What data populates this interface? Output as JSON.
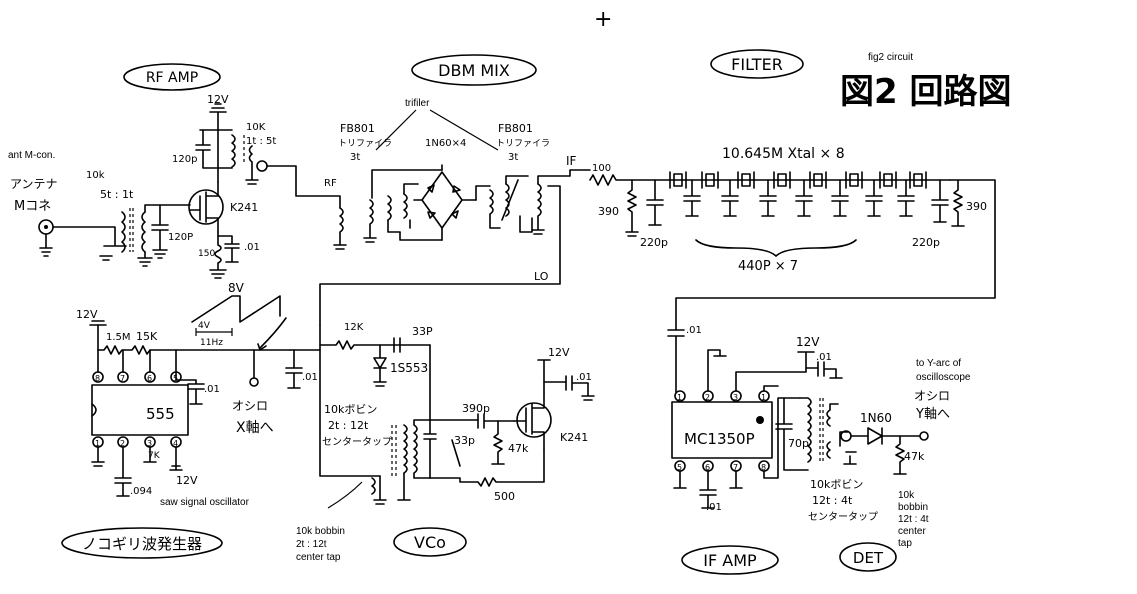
{
  "marks": {
    "plus": "+"
  },
  "blocks": {
    "rf_amp": "RF AMP",
    "dbm_mix": "DBM MIX",
    "filter": "FILTER",
    "vco": "VCo",
    "if_amp": "IF AMP",
    "det": "DET",
    "saw_osc_jp": "ノコギリ波発生器"
  },
  "title": {
    "fig": "fig2 circuit",
    "jp": "図2 回路図"
  },
  "notes": {
    "ant_mcon": "ant M-con.",
    "antenna_jp": "アンテナ",
    "mcon_jp": "Mコネ",
    "trifiler": "trifiler",
    "saw_signal": "saw signal oscillator",
    "bobbin_vco": [
      "10k bobbin",
      "2t : 12t",
      "center tap"
    ],
    "bobbin_det": [
      "10k",
      "bobbin",
      "12t : 4t",
      "center",
      "tap"
    ],
    "to_y": [
      "to Y-arc of",
      "oscilloscope"
    ],
    "oscilo_y_jp": [
      "オシロ",
      "Y軸へ"
    ],
    "oscilo_x_jp": [
      "オシロ",
      "X軸へ"
    ]
  },
  "labels": {
    "r10k_1t5t": [
      "10K",
      "1t : 5t"
    ],
    "r10k_5t1t": [
      "10k",
      "5t : 1t"
    ],
    "v12_rf": "12V",
    "c120p_a": "120p",
    "c120p_b": "120P",
    "r150": "150",
    "c01_rf": ".01",
    "k241_rf": "K241",
    "rf": "RF",
    "fb801_l": [
      "FB801",
      "トリファイラ",
      "3t"
    ],
    "in60x4": "1N60×4",
    "fb801_r": [
      "FB801",
      "トリファイラ",
      "3t"
    ],
    "if": "IF",
    "lo": "LO",
    "r100": "100",
    "xtal": "10.645M Xtal × 8",
    "r390_l": "390",
    "r390_r": "390",
    "c220p_l": "220p",
    "c220p_r": "220p",
    "c440p": "440P × 7",
    "v8": "8V",
    "v4": "4V",
    "hz11": "11Hz",
    "v12_saw": "12V",
    "r1_5m": "1.5M",
    "r15k": "15K",
    "ic555": "555",
    "c01_saw_a": ".01",
    "c01_saw_b": ".01",
    "c094": ".094",
    "v12_saw_b": "12V",
    "pin7": "7K",
    "r12k": "12K",
    "c33p_a": "33P",
    "d1s": "1S553",
    "bobbin_vco_jp": [
      "10kボビン",
      "2t : 12t",
      "センタータップ"
    ],
    "c390p": "390p",
    "c33p_b": "33p",
    "r47k_vco": "47k",
    "r500": "500",
    "v12_vco": "12V",
    "c01_vco": ".01",
    "k241_vco": "K241",
    "c01_if": ".01",
    "v12_if": "12V",
    "c01_if_b": ".01",
    "mc1350p": "MC1350P",
    "c70p": "70p",
    "c01_if_c": ".01",
    "bobbin_if_jp": [
      "10kボビン",
      "12t : 4t",
      "センタータップ"
    ],
    "in60": "1N60",
    "r47k_det": "47k",
    "pins": [
      "1",
      "2",
      "3",
      "4",
      "5",
      "6",
      "7",
      "8"
    ]
  }
}
